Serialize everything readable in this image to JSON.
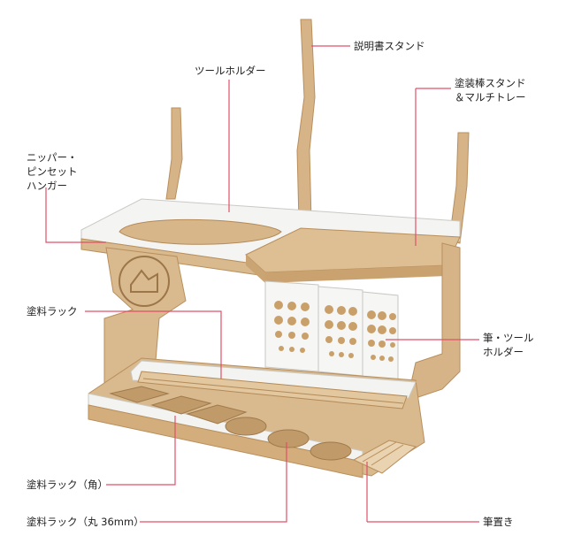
{
  "colors": {
    "leader_line": "#e0506a",
    "wood": "#d9b98e",
    "wood_dark": "#c59e6c",
    "wood_edge": "#b98f5c",
    "white_panel": "#f4f4f2"
  },
  "labels": {
    "manual_stand": "説明書スタンド",
    "tool_holder": "ツールホルダー",
    "paint_stick_stand": "塗装棒スタンド\n＆マルチトレー",
    "nipper_hanger": "ニッパー・\nピンセット\nハンガー",
    "paint_rack": "塗料ラック",
    "brush_tool_holder": "筆・ツール\nホルダー",
    "paint_rack_square": "塗料ラック（角）",
    "paint_rack_round": "塗料ラック（丸 36mm）",
    "brush_rest": "筆置き"
  }
}
